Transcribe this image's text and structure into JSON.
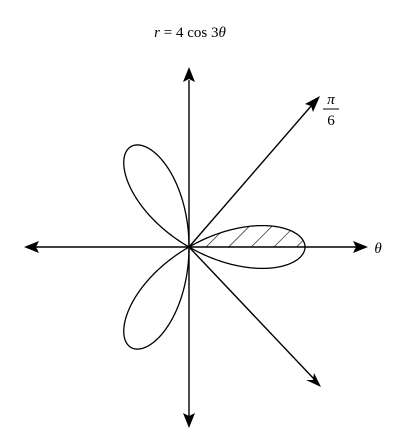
{
  "diagram": {
    "equation": {
      "r_symbol": "r",
      "equals_coeff_func": " = 4 cos 3",
      "theta_symbol": "θ"
    },
    "ray_label": {
      "numerator": "π",
      "denominator": "6"
    },
    "axis_label_theta": "θ",
    "curve": {
      "function": "r = 4 cos 3θ",
      "amplitude": 4,
      "frequency": 3,
      "petals": 3
    },
    "shaded_region": {
      "theta_from": "0",
      "theta_to": "π/6",
      "fill": "diagonal hatching"
    },
    "colors": {
      "line": "#000000",
      "background": "#ffffff"
    }
  }
}
